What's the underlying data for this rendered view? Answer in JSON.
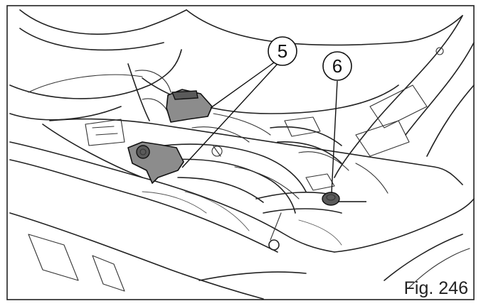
{
  "figure": {
    "caption": "Fig. 246",
    "callouts": [
      {
        "id": "callout-5",
        "label": "5"
      },
      {
        "id": "callout-6",
        "label": "6"
      }
    ]
  }
}
